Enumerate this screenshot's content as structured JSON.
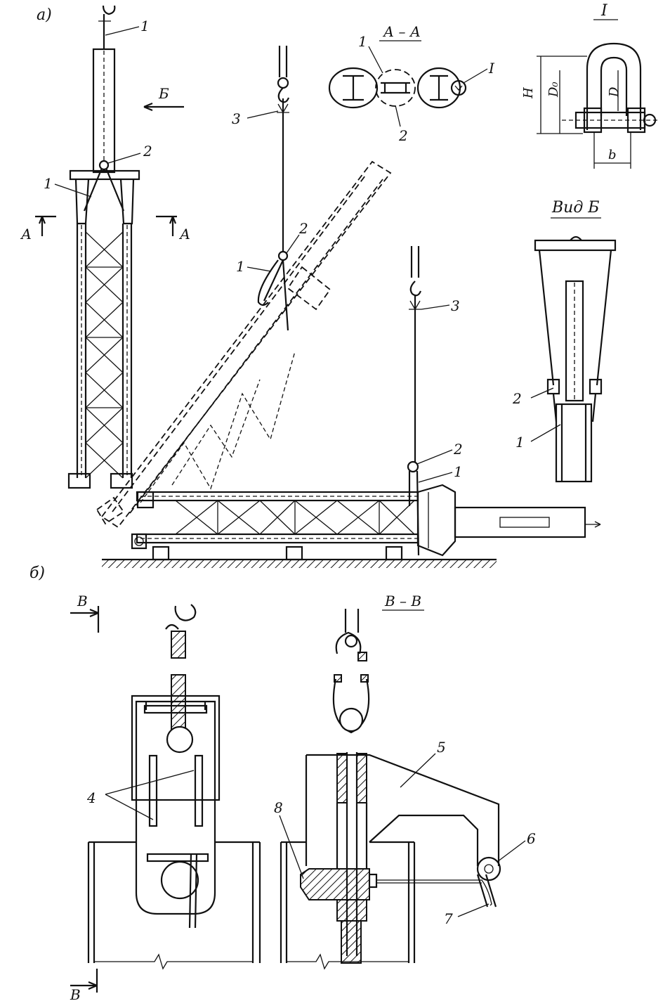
{
  "labels": {
    "part_a": "а)",
    "part_b": "б)",
    "section_aa_title": "А – А",
    "detail_i_title": "I",
    "view_b_title": "Вид Б",
    "section_vv_title": "В – В",
    "cut_a_left": "А",
    "cut_a_right": "А",
    "view_arrow_b": "Б",
    "cut_v_top": "В",
    "cut_v_bottom": "В",
    "dim_h": "H",
    "dim_d0": "D₀",
    "dim_d": "D",
    "dim_b": "b",
    "sec_i_mark": "I"
  },
  "callouts": {
    "col_1_top": "1",
    "col_2_top": "2",
    "col_1_left": "1",
    "mid_3": "3",
    "mid_2": "2",
    "mid_1": "1",
    "right_3": "3",
    "right_2": "2",
    "right_1": "1",
    "aa_1": "1",
    "aa_2": "2",
    "vb_2": "2",
    "vb_1": "1",
    "b_4": "4",
    "b_5": "5",
    "b_6": "6",
    "b_7": "7",
    "b_8": "8"
  }
}
